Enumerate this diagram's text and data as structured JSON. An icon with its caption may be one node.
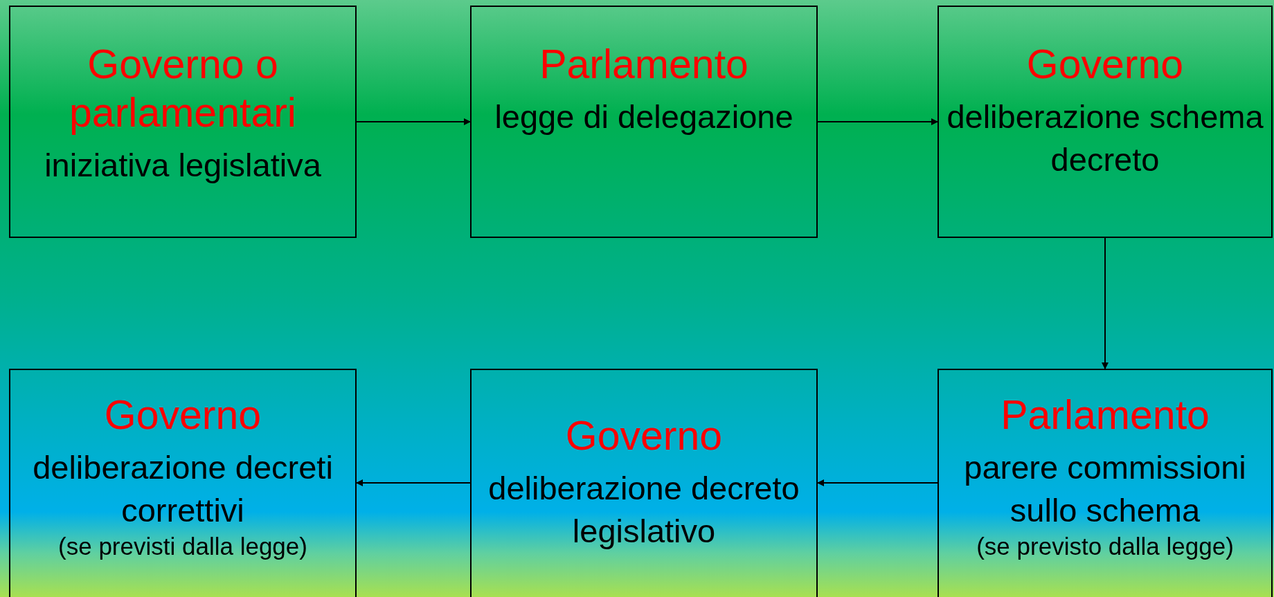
{
  "diagram": {
    "nodes": [
      {
        "text": [
          "Governo o parlamentari",
          "iniziativa legislativa"
        ]
      },
      {
        "text": [
          "Parlamento",
          "legge di delegazione"
        ]
      },
      {
        "text": [
          "Governo",
          "deliberazione schema decreto"
        ]
      },
      {
        "text": [
          "Governo",
          "deliberazione decreti correttivi",
          "(se previsti dalla legge)"
        ]
      },
      {
        "text": [
          "Governo",
          "deliberazione decreto legislativo"
        ]
      },
      {
        "text": [
          "Parlamento",
          "parere commissioni sullo schema",
          "(se previsto dalla legge)"
        ]
      }
    ],
    "edges": [
      {
        "from": 0,
        "to": 1,
        "arrow": "to"
      },
      {
        "from": 1,
        "to": 2,
        "arrow": "to"
      },
      {
        "from": 2,
        "to": 5,
        "arrow": "to"
      },
      {
        "from": 5,
        "to": 4,
        "arrow": "to"
      },
      {
        "from": 4,
        "to": 3,
        "arrow": "to"
      }
    ]
  }
}
